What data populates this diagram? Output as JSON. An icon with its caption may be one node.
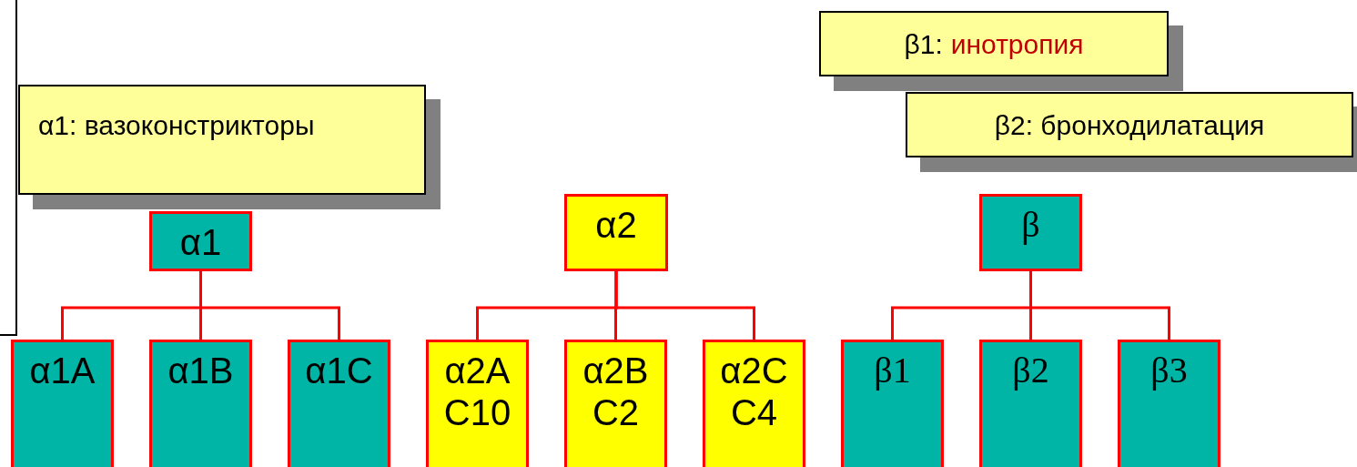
{
  "diagram": {
    "nodes": [
      {
        "text": [
          "α1: вазоконстрикторы"
        ]
      },
      {
        "text": [
          "β1:",
          "инотропия"
        ]
      },
      {
        "text": [
          "β2: бронходилатация"
        ]
      },
      {
        "text": [
          "α1"
        ]
      },
      {
        "text": [
          "α2"
        ]
      },
      {
        "text": [
          "β"
        ]
      },
      {
        "text": [
          "α1A"
        ]
      },
      {
        "text": [
          "α1B"
        ]
      },
      {
        "text": [
          "α1C"
        ]
      },
      {
        "text": [
          "α2A C10"
        ]
      },
      {
        "text": [
          "α2B C2"
        ]
      },
      {
        "text": [
          "α2C C4"
        ]
      },
      {
        "text": [
          "β1"
        ]
      },
      {
        "text": [
          "β2"
        ]
      },
      {
        "text": [
          "β3"
        ]
      }
    ],
    "edges": [
      {
        "from": 3,
        "to": 6,
        "arrow": "none"
      },
      {
        "from": 3,
        "to": 7,
        "arrow": "none"
      },
      {
        "from": 3,
        "to": 8,
        "arrow": "none"
      },
      {
        "from": 4,
        "to": 9,
        "arrow": "none"
      },
      {
        "from": 4,
        "to": 10,
        "arrow": "none"
      },
      {
        "from": 4,
        "to": 11,
        "arrow": "none"
      },
      {
        "from": 5,
        "to": 12,
        "arrow": "none"
      },
      {
        "from": 5,
        "to": 13,
        "arrow": "none"
      },
      {
        "from": 5,
        "to": 14,
        "arrow": "none"
      }
    ]
  }
}
